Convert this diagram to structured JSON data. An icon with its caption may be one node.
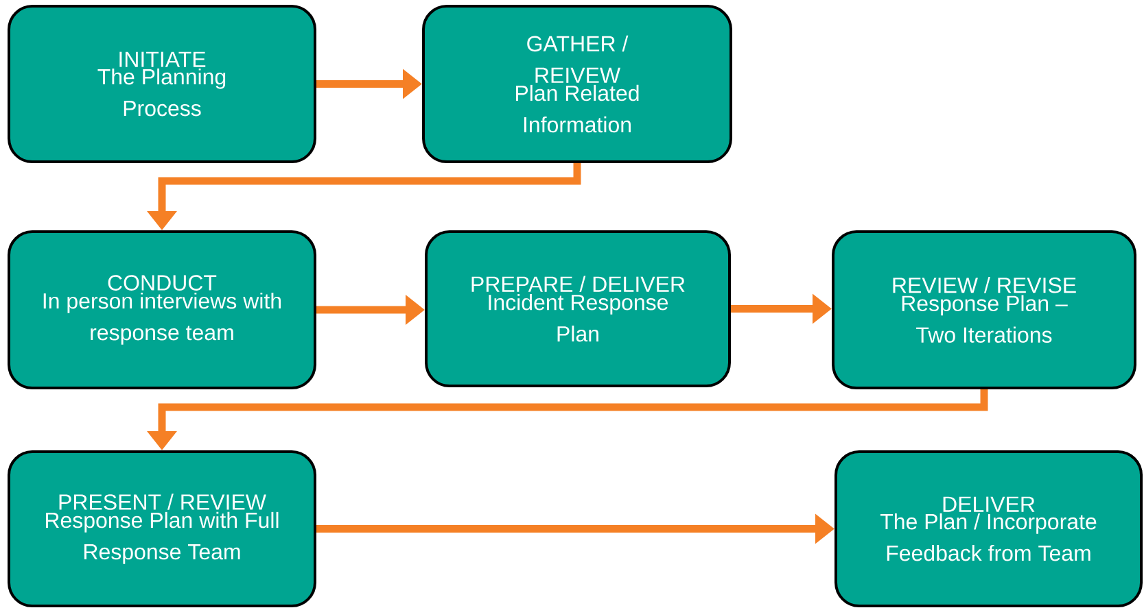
{
  "diagram": {
    "nodes": [
      {
        "text": [
          "INITIATE",
          "The Planning Process"
        ]
      },
      {
        "text": [
          "GATHER / REIVEW",
          "Plan Related Information"
        ]
      },
      {
        "text": [
          "CONDUCT",
          "In person interviews with response team"
        ]
      },
      {
        "text": [
          "PREPARE / DELIVER",
          "Incident Response Plan"
        ]
      },
      {
        "text": [
          "REVIEW / REVISE",
          "Response Plan – Two Iterations"
        ]
      },
      {
        "text": [
          "PRESENT / REVIEW",
          "Response Plan with Full Response Team"
        ]
      },
      {
        "text": [
          "DELIVER",
          "The Plan / Incorporate Feedback from Team"
        ]
      }
    ],
    "edges": [
      {
        "from": 0,
        "to": 1,
        "arrow": "to"
      },
      {
        "from": 1,
        "to": 2,
        "arrow": "to"
      },
      {
        "from": 2,
        "to": 3,
        "arrow": "to"
      },
      {
        "from": 3,
        "to": 4,
        "arrow": "to"
      },
      {
        "from": 4,
        "to": 5,
        "arrow": "to"
      },
      {
        "from": 5,
        "to": 6,
        "arrow": "to"
      }
    ]
  }
}
